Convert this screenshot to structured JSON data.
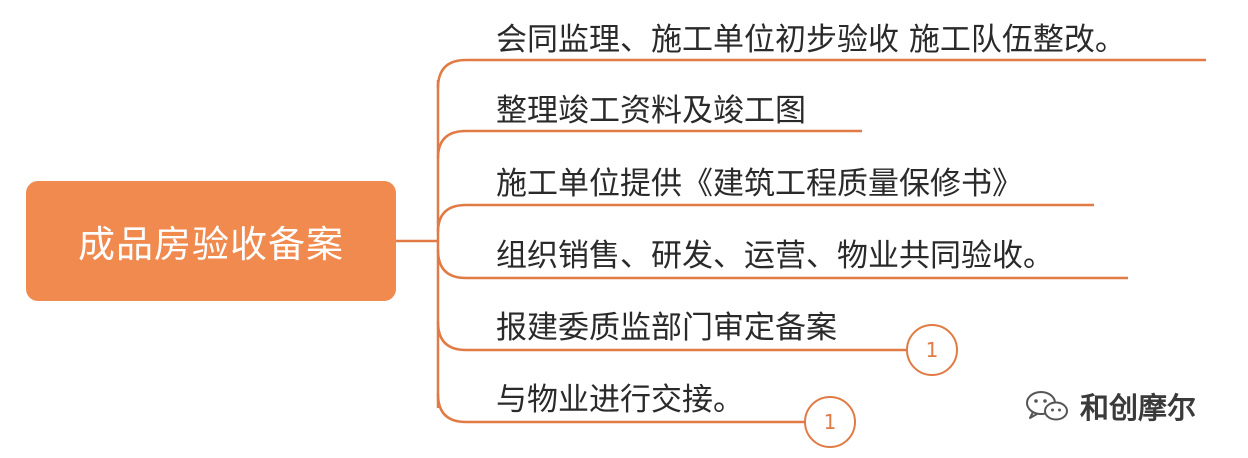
{
  "root": {
    "label": "成品房验收备案"
  },
  "branches": [
    {
      "label": "会同监理、施工单位初步验收 施工队伍整改。"
    },
    {
      "label": "整理竣工资料及竣工图"
    },
    {
      "label": "施工单位提供《建筑工程质量保修书》"
    },
    {
      "label": "组织销售、研发、运营、物业共同验收。"
    },
    {
      "label": "报建委质监部门审定备案",
      "badge": "1"
    },
    {
      "label": "与物业进行交接。",
      "badge": "1"
    }
  ],
  "watermark": {
    "text": "和创摩尔",
    "icon": "wechat-icon"
  },
  "colors": {
    "root_fill": "#f08a4f",
    "connector": "#e07b45",
    "text": "#2a2a2a"
  }
}
